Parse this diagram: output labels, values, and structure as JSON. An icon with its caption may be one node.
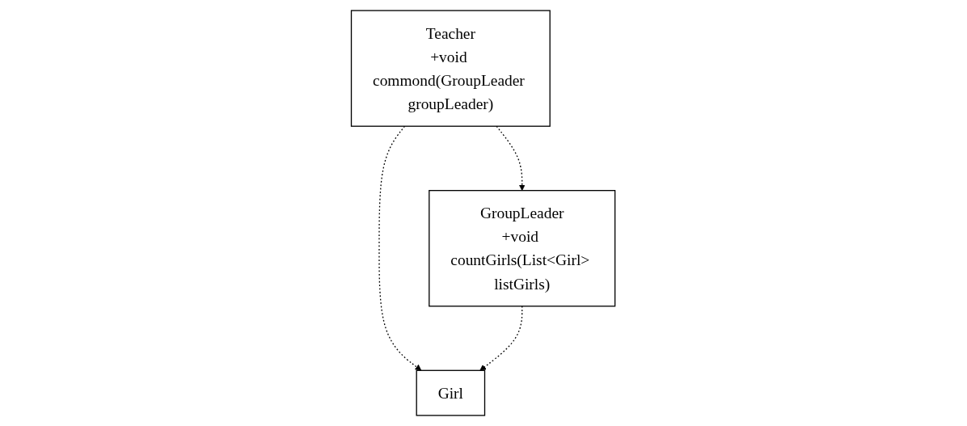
{
  "diagram": {
    "nodes": [
      {
        "text": [
          "Teacher",
          "+void commond(GroupLeader groupLeader)"
        ]
      },
      {
        "text": [
          "Girl"
        ]
      },
      {
        "text": [
          "GroupLeader",
          "+void countGirls(List<Girl> listGirls)"
        ]
      }
    ],
    "edges": [
      {
        "from": 0,
        "to": 1,
        "arrow": "to",
        "style": "dashed"
      },
      {
        "from": 0,
        "to": 2,
        "arrow": "to",
        "style": "dashed"
      },
      {
        "from": 2,
        "to": 1,
        "arrow": "to",
        "style": "dashed"
      }
    ]
  }
}
